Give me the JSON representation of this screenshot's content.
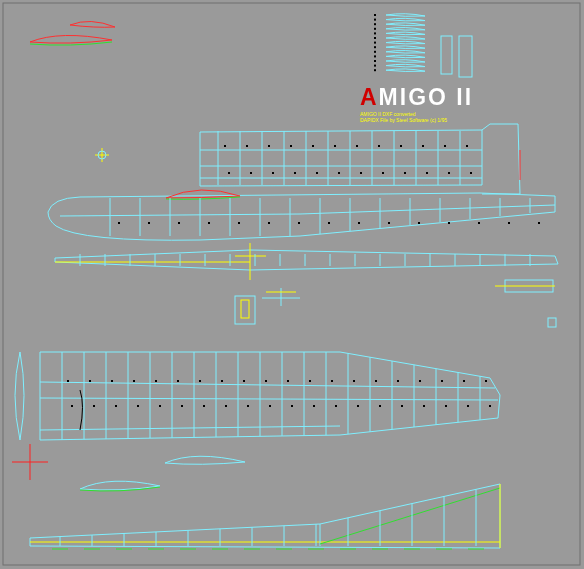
{
  "diagram": {
    "title": "AMIGO II",
    "labels": [
      "AMIGO II DXF converted",
      "DAPIDX File by Steel Software (c) 1/95"
    ]
  }
}
